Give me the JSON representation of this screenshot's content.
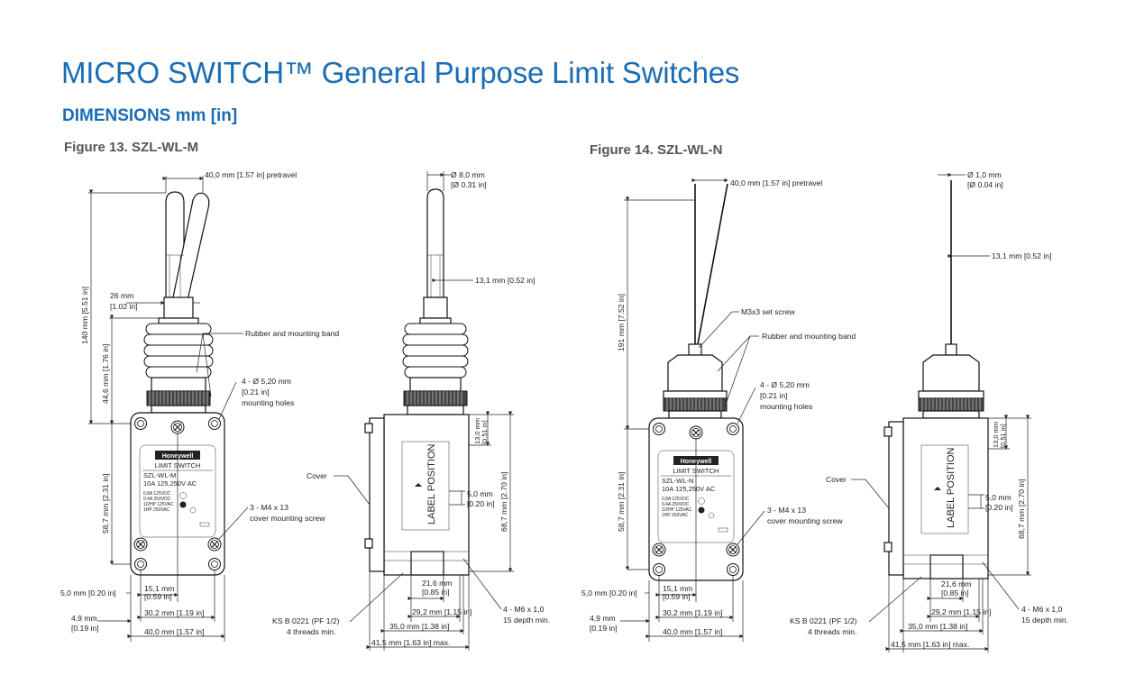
{
  "header": {
    "title": "MICRO SWITCH™ General Purpose Limit Switches",
    "subtitle": "DIMENSIONS mm [in]"
  },
  "fig13": {
    "caption": "Figure 13. SZL-WL-M",
    "pretravel": "40,0 mm [1.57 in] pretravel",
    "dia_a": "Ø 8,0 mm",
    "dia_b": "[Ø 0.31 in]",
    "d131": "13,1 mm [0.52 in]",
    "d26a": "26 mm",
    "d26b": "[1.02 in]",
    "d140": "140 mm [5.51 in]",
    "d446": "44,6 mm [1.76 in]",
    "d587": "58,7 mm [2.31 in]",
    "rubber": "Rubber and mounting band",
    "holes_a": "4 - Ø 5,20 mm",
    "holes_b": "[0.21 in]",
    "holes_c": "mounting holes",
    "screw_a": "3 - M4 x 13",
    "screw_b": "cover mounting screw",
    "cover": "Cover",
    "d130a": "13,0 mm",
    "d130b": "[0.51 in]",
    "d687": "68,7 mm [2.70 in]",
    "d50a": "5,0 mm",
    "d50b": "[0.20 in]",
    "label_pos": "LABEL POSITION",
    "d50l": "5,0 mm [0.20 in]",
    "d151a": "15,1 mm",
    "d151b": "[0.59 in]",
    "d49a": "4,9 mm",
    "d49b": "[0.19 in]",
    "d302": "30,2 mm [1.19 in]",
    "d400": "40,0 mm [1.57 in]",
    "d216a": "21,6 mm",
    "d216b": "[0.85 in]",
    "d292": "29,2 mm [1.15 in]",
    "d350": "35,0 mm [1.38 in]",
    "d415": "41,5 mm [1.63 in] max.",
    "ks_a": "KS B 0221 (PF 1/2)",
    "ks_b": "4 threads min.",
    "m6_a": "4 - M6 x 1,0",
    "m6_b": "15 depth min.",
    "plate": {
      "brand": "Honeywell",
      "l1": "LIMIT SWITCH",
      "l2": "SZL-WL-M",
      "l3": "10A   125,250V AC",
      "r1": "0,8A 125VDC",
      "r2": "0,4A 250VDC",
      "r3": "1/2HP 125VAC",
      "r4": "1HP 250VAC"
    }
  },
  "fig14": {
    "caption": "Figure 14. SZL-WL-N",
    "pretravel": "40,0 mm [1.57 in] pretravel",
    "dia_a": "Ø 1,0 mm",
    "dia_b": "[Ø 0.04 in]",
    "d131": "13,1 mm [0.52 in]",
    "setscrew": "M3x3 set screw",
    "d191": "191 mm [7.52 in]",
    "d587": "58,7 mm [2.31 in]",
    "rubber": "Rubber and mounting band",
    "holes_a": "4 - Ø 5,20 mm",
    "holes_b": "[0.21 in]",
    "holes_c": "mounting holes",
    "screw_a": "3 - M4 x 13",
    "screw_b": "cover mounting screw",
    "cover": "Cover",
    "d130a": "13,0 mm",
    "d130b": "[0.51 in]",
    "d687": "68,7 mm [2.70 in]",
    "d50a": "5,0 mm",
    "d50b": "[0.20 in]",
    "label_pos": "LABEL POSITION",
    "d50l": "5,0 mm [0.20 in]",
    "d151a": "15,1 mm",
    "d151b": "[0.59 in]",
    "d49a": "4,9 mm",
    "d49b": "[0.19 in]",
    "d302": "30,2 mm [1.19 in]",
    "d400": "40,0 mm [1.57 in]",
    "d216a": "21,6 mm",
    "d216b": "[0.85 in]",
    "d292": "29,2 mm [1.15 in]",
    "d350": "35,0 mm [1.38 in]",
    "d415": "41,5 mm [1.63 in] max.",
    "ks_a": "KS B 0221 (PF 1/2)",
    "ks_b": "4 threads min.",
    "m6_a": "4 - M6 x 1,0",
    "m6_b": "15 depth min.",
    "plate": {
      "brand": "Honeywell",
      "l1": "LIMIT SWITCH",
      "l2": "SZL-WL-N",
      "l3": "10A   125,250V AC",
      "r1": "0,8A 125VDC",
      "r2": "0,4A 250VDC",
      "r3": "1/2HP 125VAC",
      "r4": "1HP 250VAC"
    }
  },
  "colors": {
    "title_blue": "#1a6db4",
    "caption_gray": "#555555",
    "line": "#222222"
  }
}
